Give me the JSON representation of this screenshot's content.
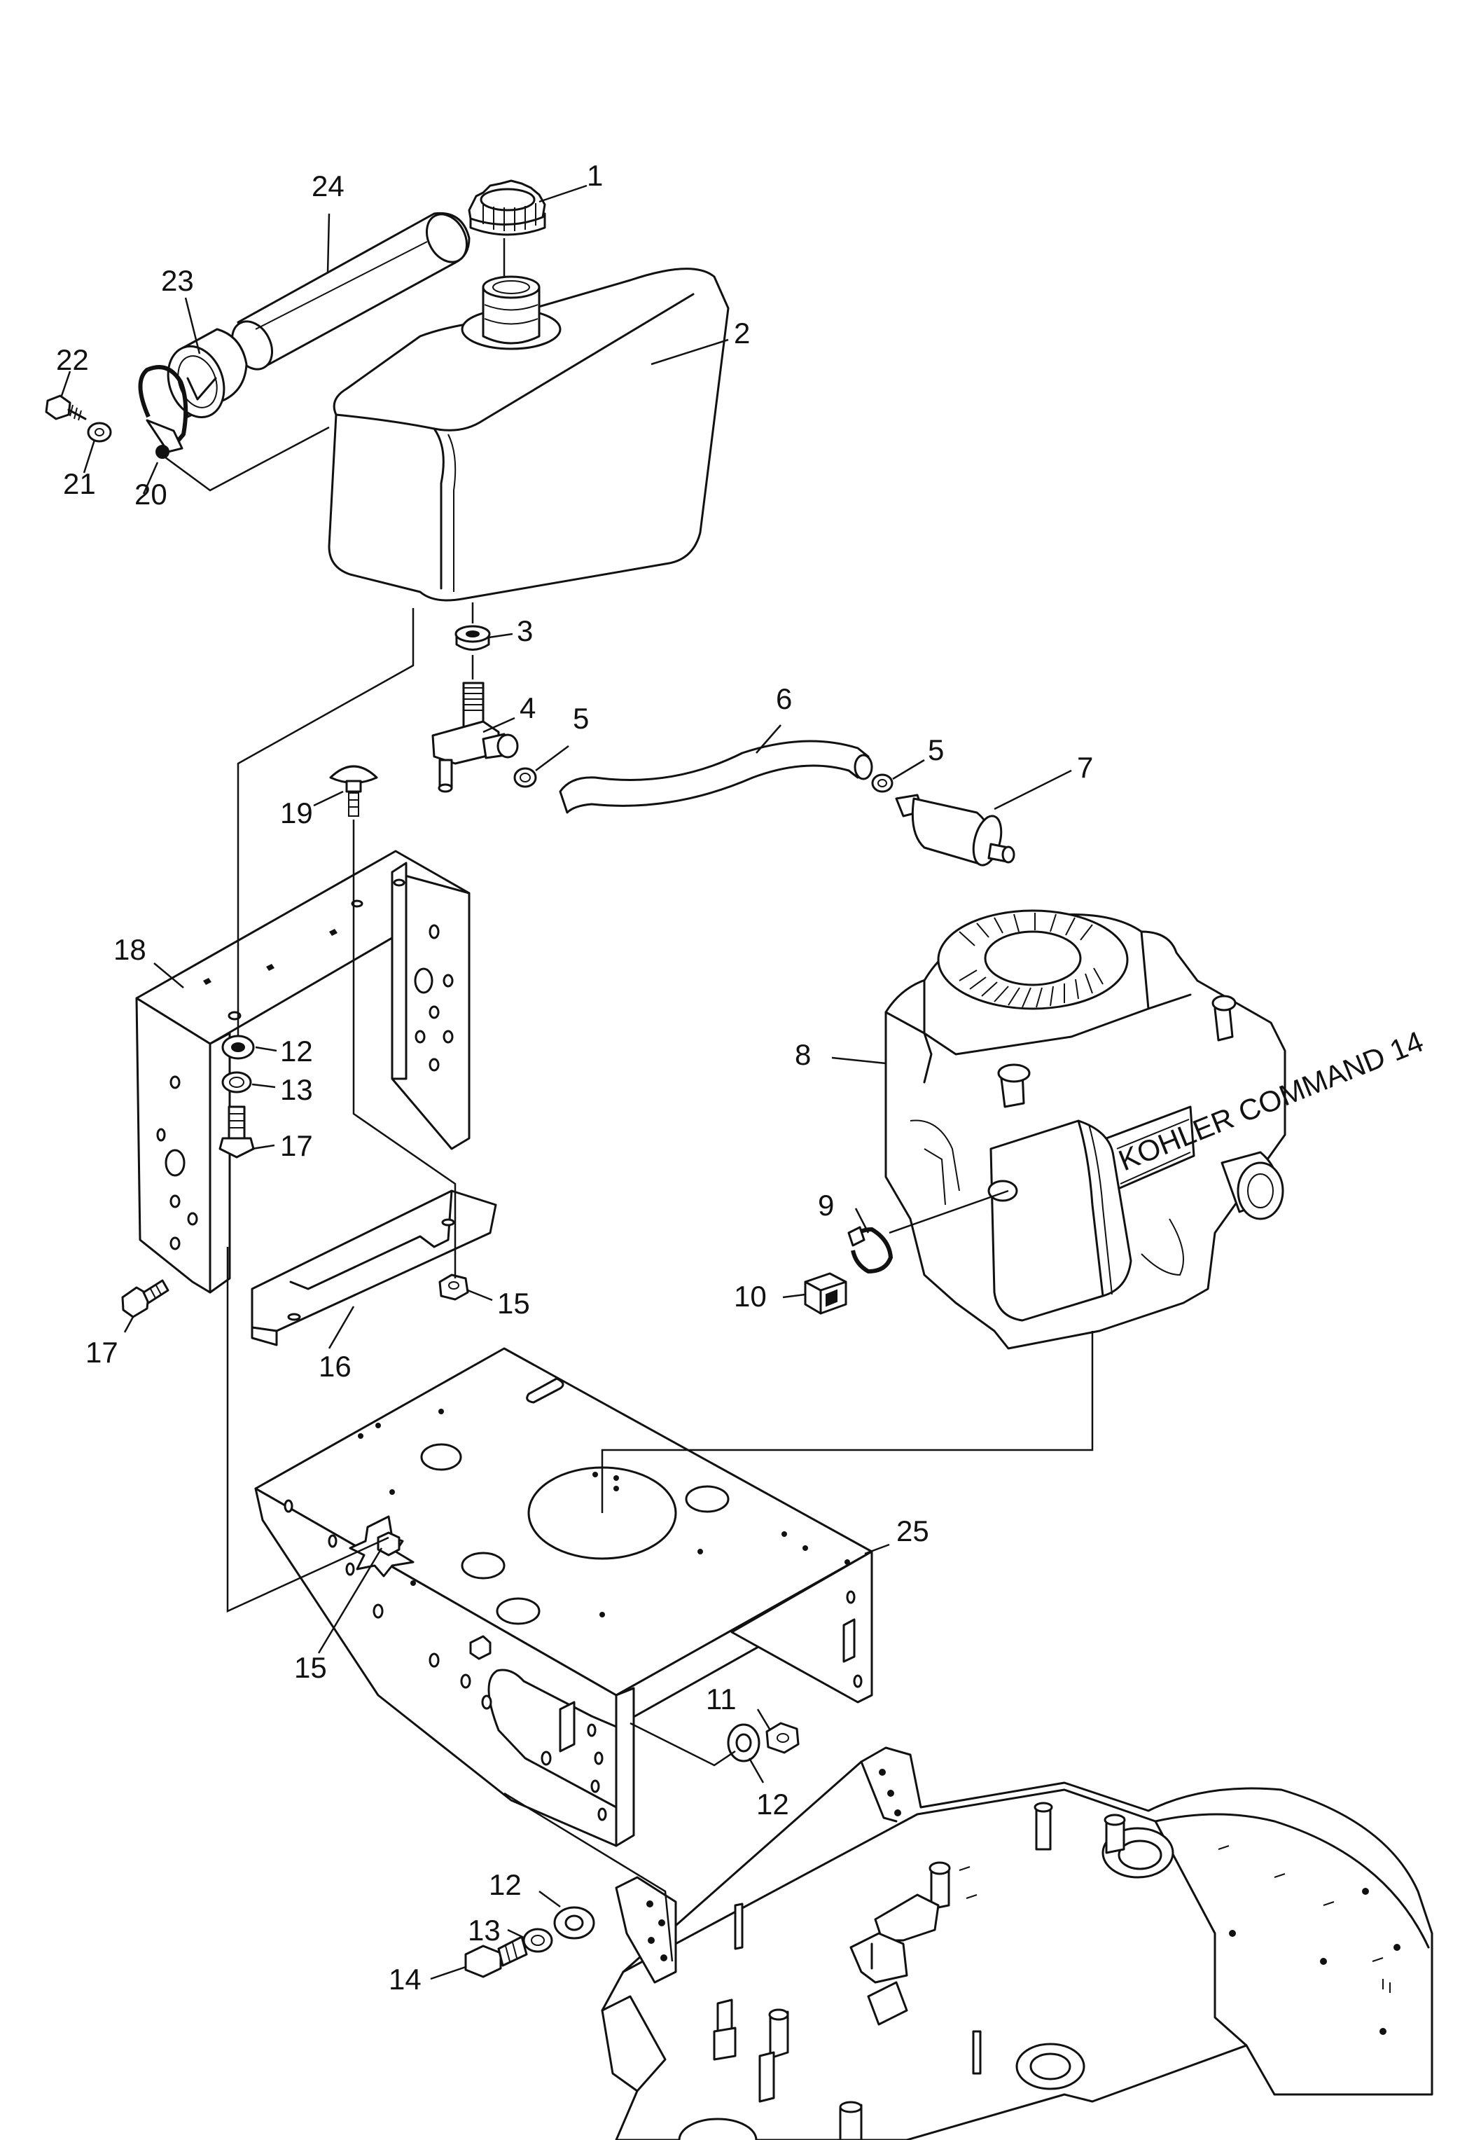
{
  "callouts": [
    {
      "id": "c1",
      "text": "1"
    },
    {
      "id": "c2",
      "text": "2"
    },
    {
      "id": "c3",
      "text": "3"
    },
    {
      "id": "c4",
      "text": "4"
    },
    {
      "id": "c5a",
      "text": "5"
    },
    {
      "id": "c5b",
      "text": "5"
    },
    {
      "id": "c6",
      "text": "6"
    },
    {
      "id": "c7",
      "text": "7"
    },
    {
      "id": "c8",
      "text": "8"
    },
    {
      "id": "c9",
      "text": "9"
    },
    {
      "id": "c10",
      "text": "10"
    },
    {
      "id": "c11",
      "text": "11"
    },
    {
      "id": "c12a",
      "text": "12"
    },
    {
      "id": "c12b",
      "text": "12"
    },
    {
      "id": "c12c",
      "text": "12"
    },
    {
      "id": "c13a",
      "text": "13"
    },
    {
      "id": "c13b",
      "text": "13"
    },
    {
      "id": "c14",
      "text": "14"
    },
    {
      "id": "c15a",
      "text": "15"
    },
    {
      "id": "c15b",
      "text": "15"
    },
    {
      "id": "c16",
      "text": "16"
    },
    {
      "id": "c17a",
      "text": "17"
    },
    {
      "id": "c17b",
      "text": "17"
    },
    {
      "id": "c18",
      "text": "18"
    },
    {
      "id": "c19",
      "text": "19"
    },
    {
      "id": "c20",
      "text": "20"
    },
    {
      "id": "c21",
      "text": "21"
    },
    {
      "id": "c22",
      "text": "22"
    },
    {
      "id": "c23",
      "text": "23"
    },
    {
      "id": "c24",
      "text": "24"
    },
    {
      "id": "c25",
      "text": "25"
    }
  ],
  "engine_brand_text": "KOHLER COMMAND 14"
}
